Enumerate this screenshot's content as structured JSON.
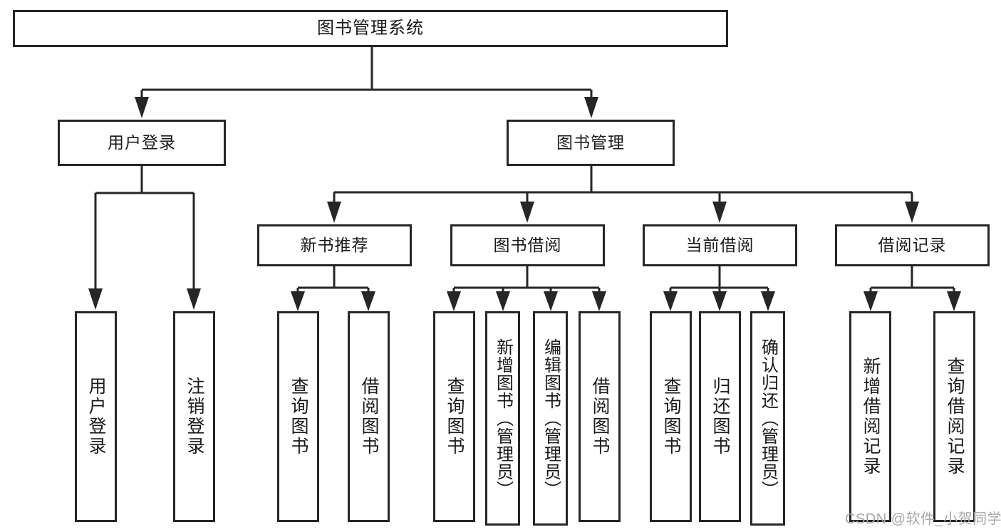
{
  "diagram": {
    "title": "图书管理系统",
    "type": "hierarchy-tree",
    "root": {
      "id": "root",
      "label": "图书管理系统"
    },
    "level2": [
      {
        "id": "user-login",
        "label": "用户登录"
      },
      {
        "id": "book-management",
        "label": "图书管理"
      }
    ],
    "level3": [
      {
        "id": "new-book-recommend",
        "label": "新书推荐",
        "parent": "book-management"
      },
      {
        "id": "book-borrow",
        "label": "图书借阅",
        "parent": "book-management"
      },
      {
        "id": "current-borrow",
        "label": "当前借阅",
        "parent": "book-management"
      },
      {
        "id": "borrow-record",
        "label": "借阅记录",
        "parent": "book-management"
      }
    ],
    "leaves": [
      {
        "id": "leaf-user-login",
        "label": "用户登录",
        "parent": "user-login"
      },
      {
        "id": "leaf-logout-login",
        "label": "注销登录",
        "parent": "user-login"
      },
      {
        "id": "leaf-query-book-1",
        "label": "查询图书",
        "parent": "new-book-recommend"
      },
      {
        "id": "leaf-borrow-book-1",
        "label": "借阅图书",
        "parent": "new-book-recommend"
      },
      {
        "id": "leaf-query-book-2",
        "label": "查询图书",
        "parent": "book-borrow"
      },
      {
        "id": "leaf-add-book",
        "label": "新增图书（管理员）",
        "parent": "book-borrow"
      },
      {
        "id": "leaf-edit-book",
        "label": "编辑图书（管理员）",
        "parent": "book-borrow"
      },
      {
        "id": "leaf-borrow-book-2",
        "label": "借阅图书",
        "parent": "book-borrow"
      },
      {
        "id": "leaf-query-book-3",
        "label": "查询图书",
        "parent": "current-borrow"
      },
      {
        "id": "leaf-return-book",
        "label": "归还图书",
        "parent": "current-borrow"
      },
      {
        "id": "leaf-confirm-return",
        "label": "确认归还（管理员）",
        "parent": "current-borrow"
      },
      {
        "id": "leaf-add-record",
        "label": "新增借阅记录",
        "parent": "borrow-record"
      },
      {
        "id": "leaf-query-record",
        "label": "查询借阅记录",
        "parent": "borrow-record"
      }
    ]
  },
  "watermark": {
    "text": "CSDN @软件_小贺同学"
  },
  "colors": {
    "stroke": "#262626",
    "background": "#ffffff",
    "text": "#1a1a1a",
    "watermark": "#a8a8a8"
  }
}
